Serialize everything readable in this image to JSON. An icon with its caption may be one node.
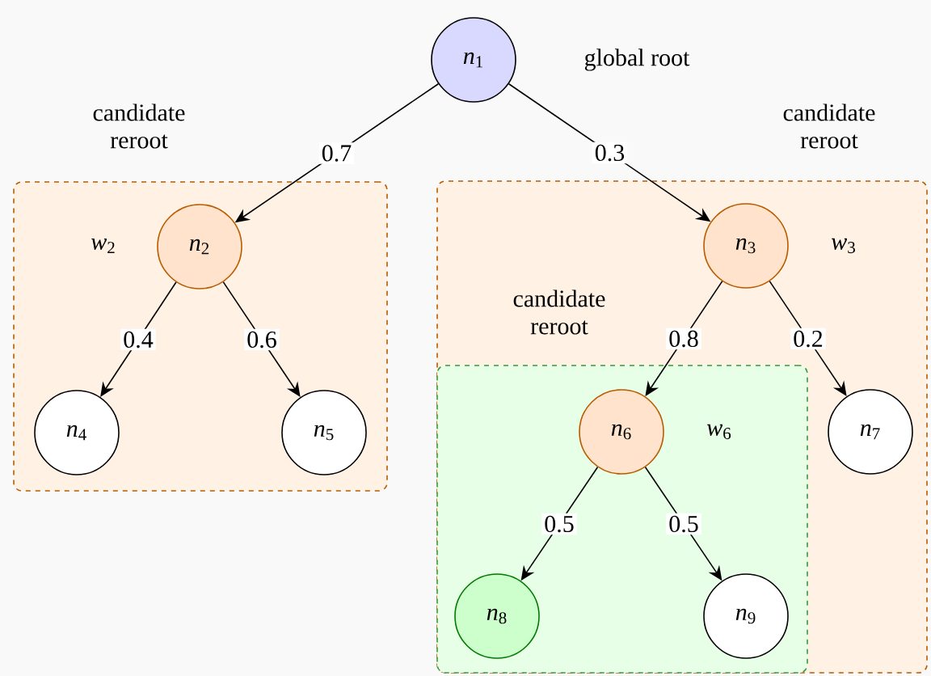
{
  "diagram": {
    "nodes": [
      {
        "text": [
          "*n*$_{1}$"
        ],
        "beside": [
          "global root"
        ]
      },
      {
        "text": [
          "candidate reroot"
        ]
      },
      {
        "text": [
          "*n*$_{2}$"
        ],
        "beside": [
          "*w*$_{2}$"
        ],
        "in": 1
      },
      {
        "text": [
          "*n*$_{4}$"
        ],
        "in": 1
      },
      {
        "text": [
          "*n*$_{5}$"
        ],
        "in": 1
      },
      {
        "text": [
          "candidate reroot"
        ]
      },
      {
        "text": [
          "*n*$_{3}$"
        ],
        "beside": [
          "*w*$_{3}$"
        ],
        "in": 5
      },
      {
        "text": [
          "*n*$_{7}$"
        ],
        "in": 5
      },
      {
        "text": [
          "candidate reroot"
        ],
        "in": 5
      },
      {
        "text": [
          "*n*$_{6}$"
        ],
        "beside": [
          "*w*$_{6}$"
        ],
        "in": 8
      },
      {
        "text": [
          "*n*$_{8}$"
        ],
        "in": 8
      },
      {
        "text": [
          "*n*$_{9}$"
        ],
        "in": 8
      }
    ],
    "edges": [
      {
        "from": 0,
        "to": 2,
        "arrow": "to",
        "label": "0.7"
      },
      {
        "from": 0,
        "to": 6,
        "arrow": "to",
        "label": "0.3"
      },
      {
        "from": 2,
        "to": 3,
        "arrow": "to",
        "label": "0.4"
      },
      {
        "from": 2,
        "to": 4,
        "arrow": "to",
        "label": "0.6"
      },
      {
        "from": 6,
        "to": 9,
        "arrow": "to",
        "label": "0.8"
      },
      {
        "from": 6,
        "to": 7,
        "arrow": "to",
        "label": "0.2"
      },
      {
        "from": 9,
        "to": 10,
        "arrow": "to",
        "label": "0.5"
      },
      {
        "from": 9,
        "to": 11,
        "arrow": "to",
        "label": "0.5"
      }
    ]
  }
}
